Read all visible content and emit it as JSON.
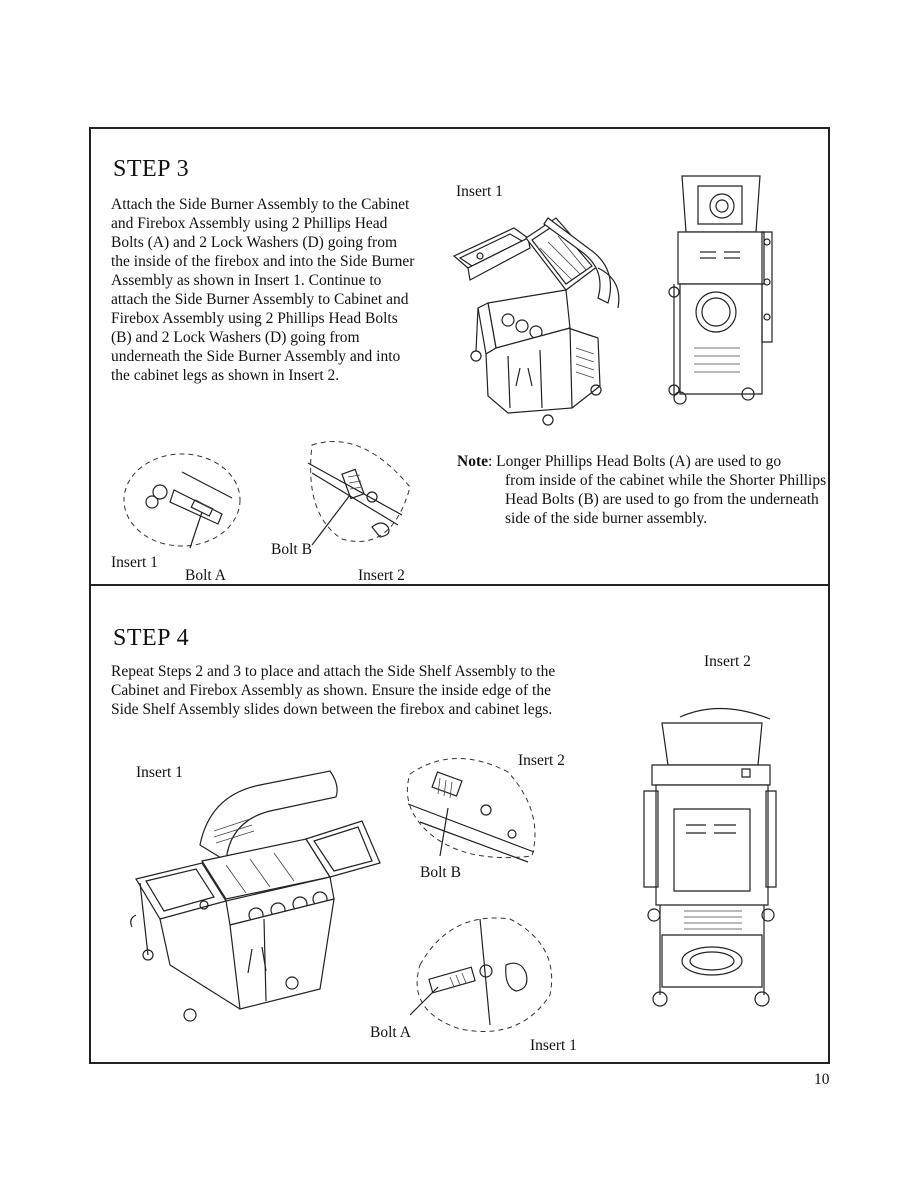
{
  "step3": {
    "title": "STEP 3",
    "paragraph": "Attach the Side Burner Assembly to the Cabinet and Firebox Assembly using 2 Phillips Head Bolts (A) and 2 Lock Washers (D) going from the inside of the firebox and into the Side Burner Assembly as shown in Insert 1.  Continue to attach the Side Burner Assembly to Cabinet and Firebox Assembly using 2 Phillips Head Bolts (B) and 2 Lock Washers (D) going from underneath the Side Burner Assembly and into the cabinet legs as shown in Insert 2.",
    "label_insert1_top": "Insert 1",
    "label_insert1_detail": "Insert 1",
    "label_bolt_a": "Bolt A",
    "label_bolt_b": "Bolt B",
    "label_insert2": "Insert 2",
    "note_label": "Note",
    "note_first": ":  Longer Phillips Head Bolts (A) are used to go",
    "note_rest": "from inside of the cabinet while the Shorter Phillips Head Bolts (B) are used to go from the underneath side of the side burner assembly."
  },
  "step4": {
    "title": "STEP 4",
    "paragraph": "Repeat Steps 2 and 3 to place and attach the Side Shelf Assembly to the Cabinet and Firebox Assembly as shown.  Ensure the inside edge of the Side Shelf Assembly slides down between the firebox and cabinet legs.",
    "label_insert2_top": "Insert 2",
    "label_insert1_left": "Insert 1",
    "label_insert2_detail": "Insert 2",
    "label_bolt_b": "Bolt B",
    "label_bolt_a": "Bolt A",
    "label_insert1_detail": "Insert 1"
  },
  "page_number": "10"
}
